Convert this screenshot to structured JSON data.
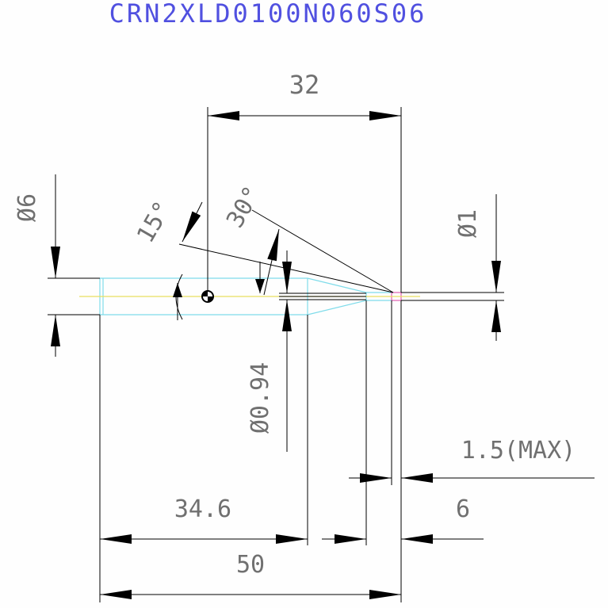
{
  "title": "CRN2XLD0100N060S06",
  "dimensions": {
    "top_length": "32",
    "shank_diameter": "Ø6",
    "neck_angle": "15°",
    "tip_angle": "30°",
    "tip_diameter": "Ø1",
    "neck_diameter": "Ø0.94",
    "max_flute": "1.5(MAX)",
    "flute_length": "6",
    "shank_length": "34.6",
    "overall_length": "50"
  },
  "colors": {
    "title": "#5050e0",
    "dimension_lines": "#000000",
    "dimension_text": "#707070",
    "tool_outline": "#7fdcea",
    "center_line": "#e8e060",
    "tip_edge": "#e060b0",
    "background": "#fefefe"
  }
}
